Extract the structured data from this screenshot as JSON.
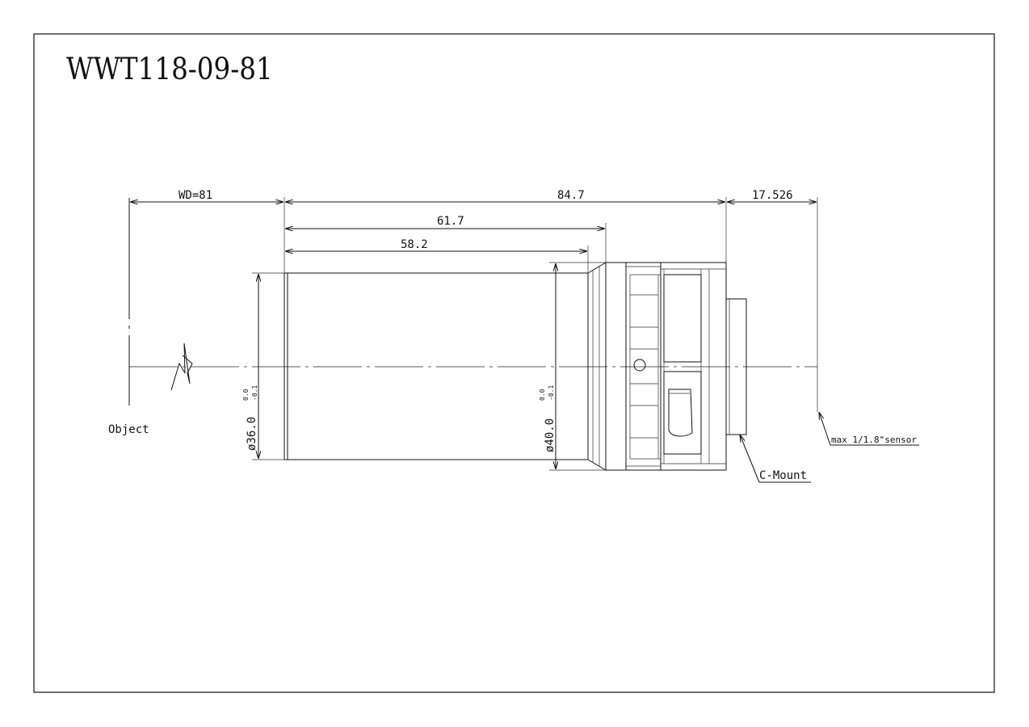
{
  "title": "WWT118-09-81",
  "dimensions": {
    "wd": "WD=81",
    "overall_length": "84.7",
    "length_to_ring": "61.7",
    "barrel_length": "58.2",
    "flange_distance": "17.526",
    "front_diameter": "ø36.0",
    "rear_diameter": "ø40.0",
    "tolerance_upper": "0.0",
    "tolerance_lower": "-0.1"
  },
  "labels": {
    "object": "Object",
    "mount": "C-Mount",
    "sensor": "max 1/1.8\"sensor"
  }
}
